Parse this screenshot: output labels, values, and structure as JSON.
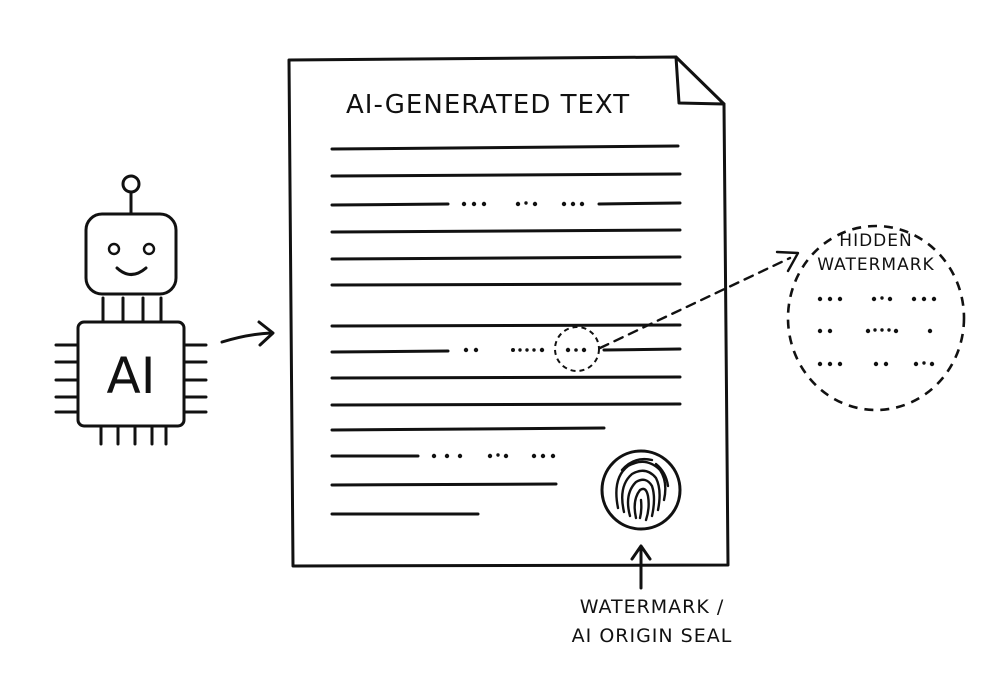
{
  "robot": {
    "chip_label": "AI"
  },
  "document": {
    "title": "AI-GENERATED TEXT"
  },
  "callout": {
    "title_line1": "HIDDEN",
    "title_line2": "WATERMARK"
  },
  "seal": {
    "label_line1": "WATERMARK /",
    "label_line2": "AI ORIGIN SEAL"
  }
}
